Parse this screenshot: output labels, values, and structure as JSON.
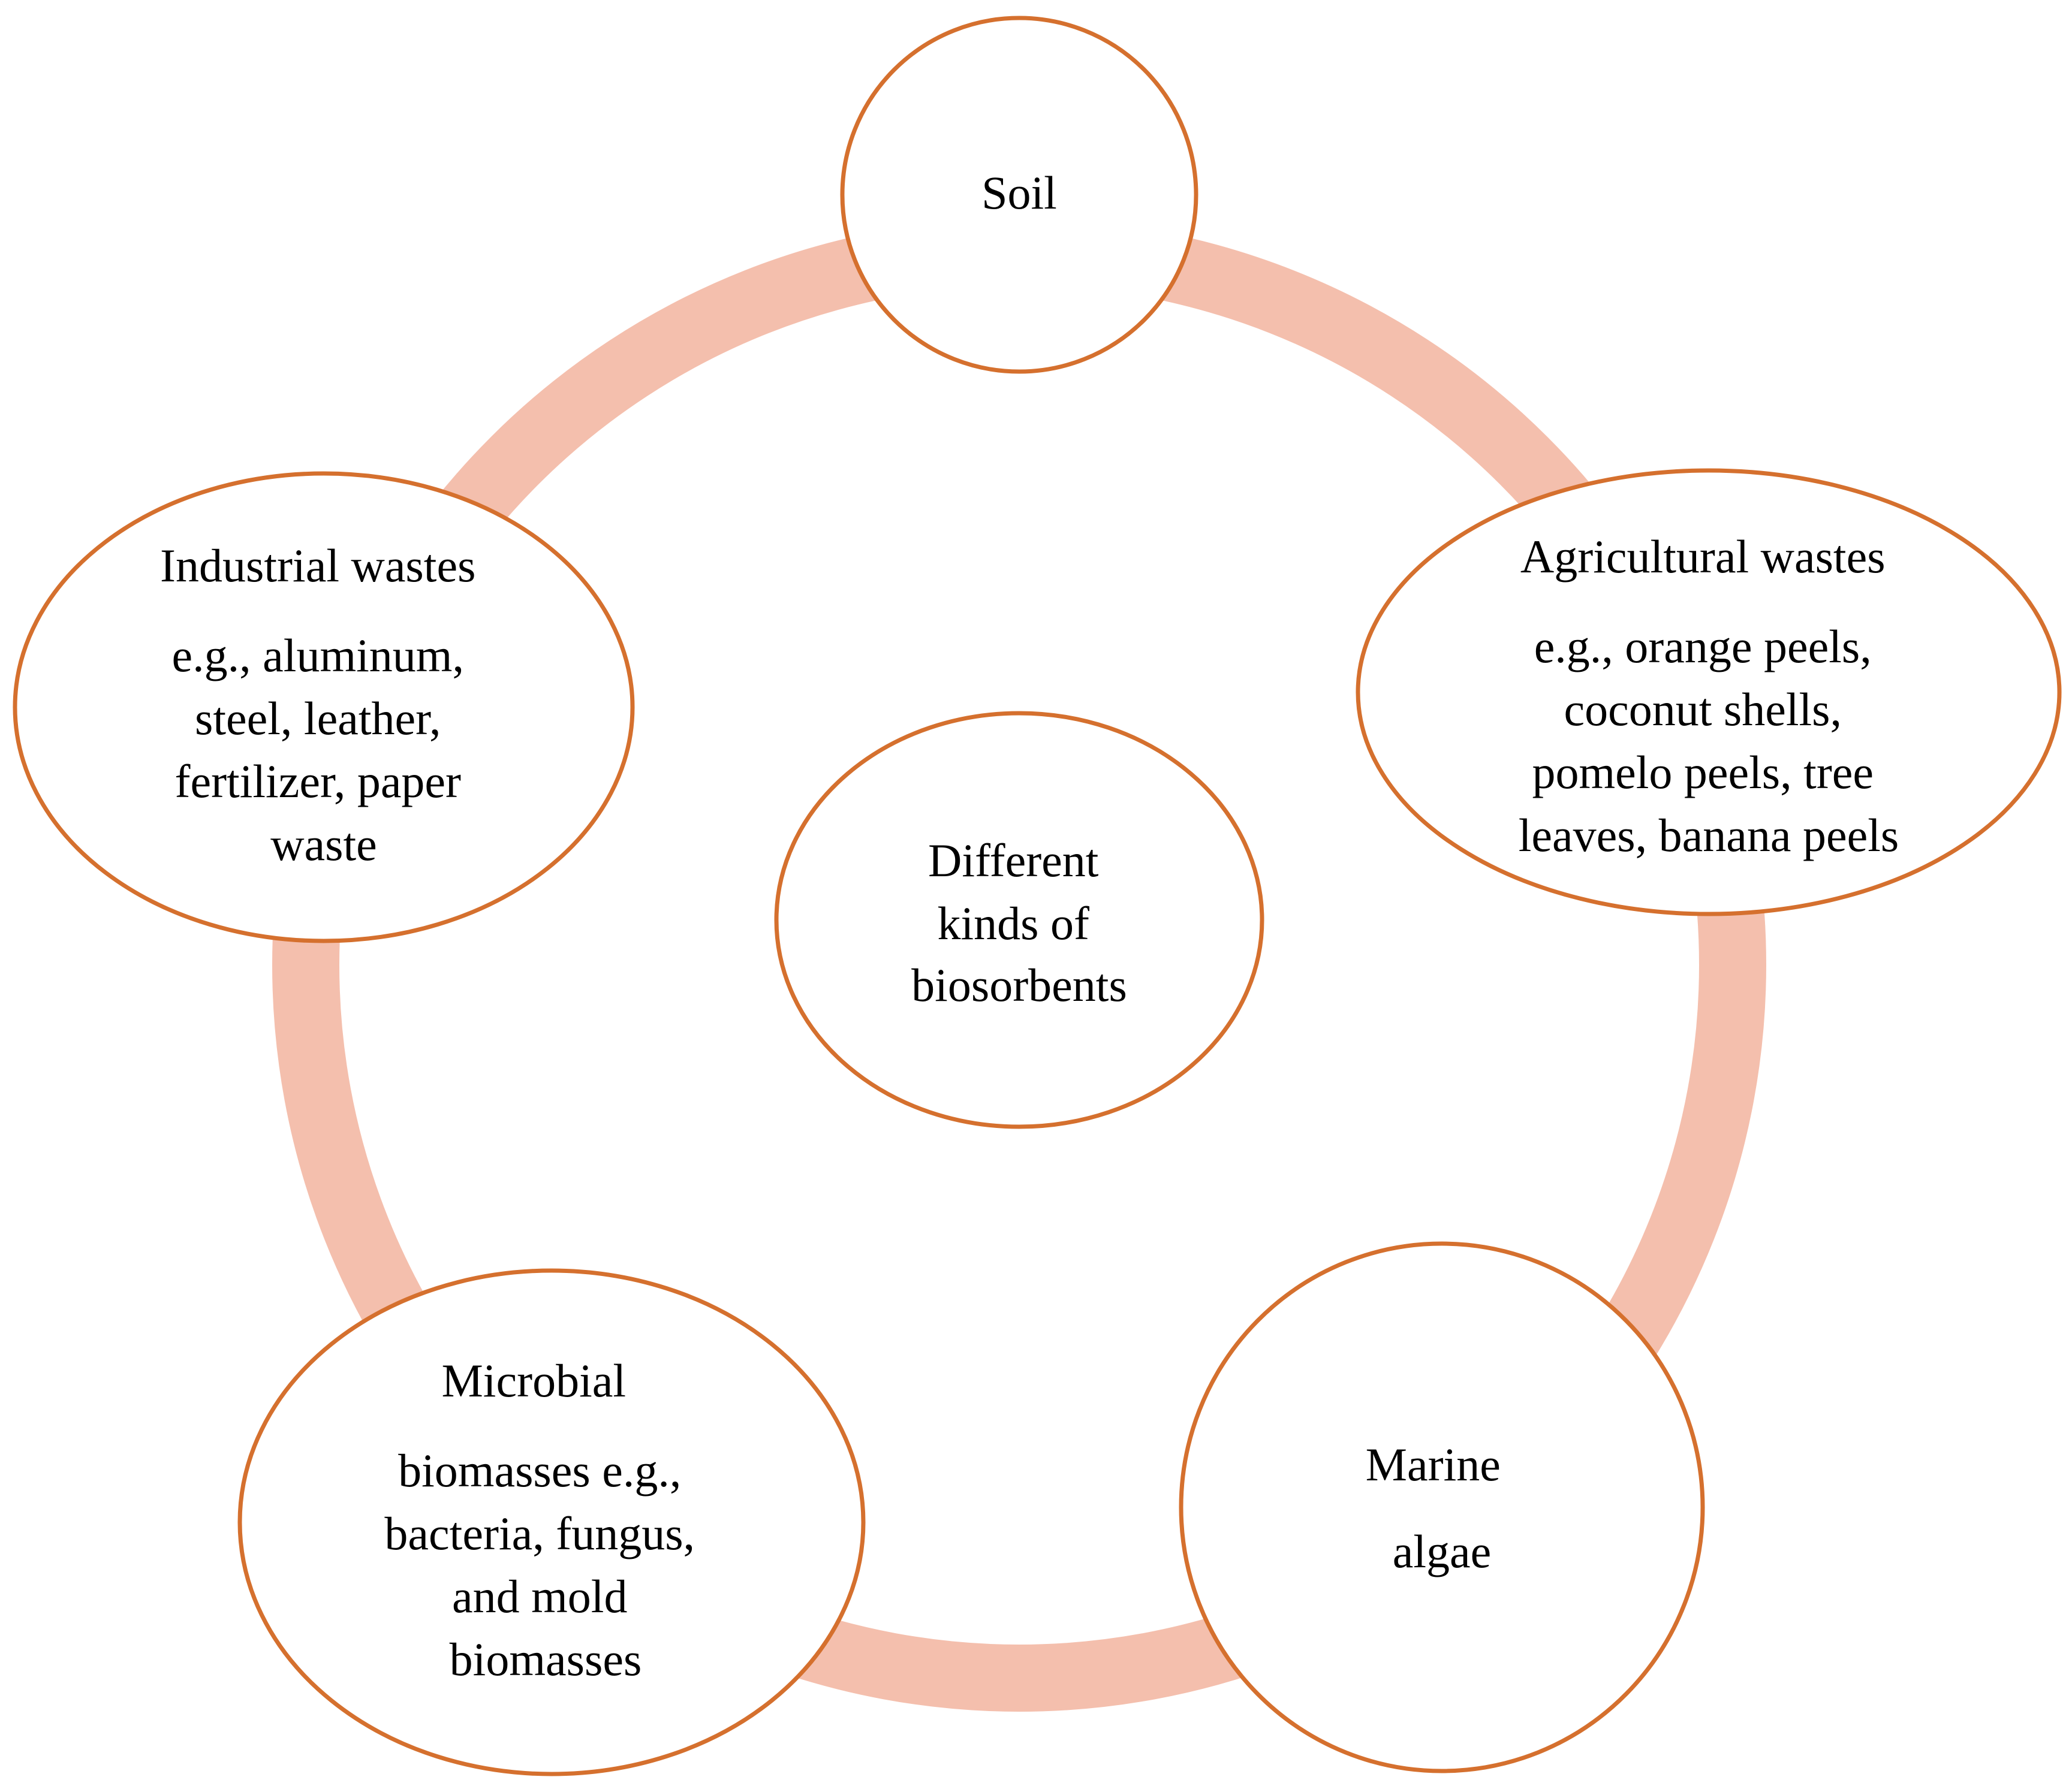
{
  "colors": {
    "ring": "#f4bfad",
    "node_border": "#d5702e",
    "node_fill": "#ffffff",
    "text": "#000000"
  },
  "center": {
    "lines": [
      "Different",
      "kinds of",
      "biosorbents"
    ]
  },
  "nodes": {
    "soil": {
      "title": [
        "Soil"
      ],
      "detail": []
    },
    "agricultural": {
      "title": [
        "Agricultural wastes"
      ],
      "detail": [
        "e.g., orange peels,",
        "coconut shells,",
        "pomelo peels, tree",
        "leaves, banana peels"
      ]
    },
    "marine": {
      "title": [
        "Marine"
      ],
      "detail": [
        "algae"
      ]
    },
    "microbial": {
      "title": [
        "Microbial"
      ],
      "detail": [
        "biomasses e.g.,",
        "bacteria, fungus,",
        "and mold",
        "biomasses"
      ]
    },
    "industrial": {
      "title": [
        "Industrial wastes"
      ],
      "detail": [
        "e.g., aluminum,",
        "steel, leather,",
        "fertilizer, paper",
        "waste"
      ]
    }
  }
}
